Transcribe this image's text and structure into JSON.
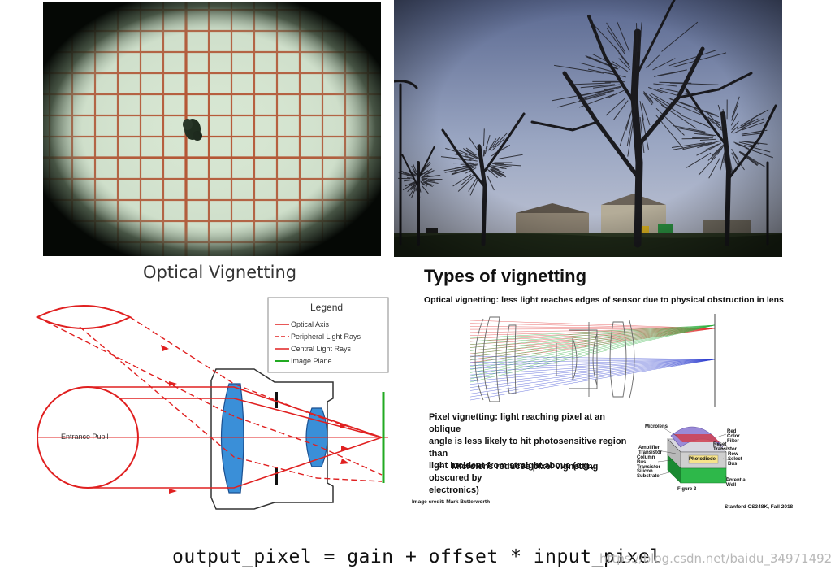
{
  "captions": {
    "optical_vignetting": "Optical Vignetting"
  },
  "slide": {
    "title": "Types of vignetting",
    "optical_desc": "Optical vignetting: less light reaches edges of sensor due to physical obstruction in lens",
    "pixel_desc_1": "Pixel vignetting: light reaching pixel at an oblique",
    "pixel_desc_2": "angle is less likely to hit photosensitive region than",
    "pixel_desc_3": "light incident from straight above (e.g., obscured by",
    "pixel_desc_4": "electronics)",
    "bullet": "Microlens reduces pixel vignetting",
    "bullet_dash": "—",
    "credit": "Image credit: Mark Butterworth",
    "course": "Stanford CS348K, Fall 2018",
    "sensor_labels": {
      "microlens": "Microlens",
      "red_color_filter": "Red Color Filter",
      "reset_transistor": "Reset Transistor",
      "amplifier_transistor": "Amplifier Transistor",
      "row_select_bus": "Row Select Bus",
      "column_bus_transistor": "Column Bus Transistor",
      "photodiode": "Photodiode",
      "silicon_substrate": "Silicon Substrate",
      "potential_well": "Potential Well",
      "figure": "Figure 3"
    }
  },
  "diagram": {
    "legend_title": "Legend",
    "legend_items": [
      {
        "label": "Optical Axis",
        "color": "#e02020"
      },
      {
        "label": "Peripheral Light Rays",
        "color": "#e02020"
      },
      {
        "label": "Central Light Rays",
        "color": "#e02020"
      },
      {
        "label": "Image Plane",
        "color": "#22aa22"
      }
    ],
    "entrance_pupil": "Entrance Pupil"
  },
  "formula": "output_pixel = gain + offset * input_pixel",
  "watermark": "https://blog.csdn.net/baidu_34971492",
  "colors": {
    "ray_red": "#e02020",
    "image_plane_green": "#22aa22",
    "lens_blue": "#3a8fd8",
    "grid_orange": "#c0502a"
  }
}
